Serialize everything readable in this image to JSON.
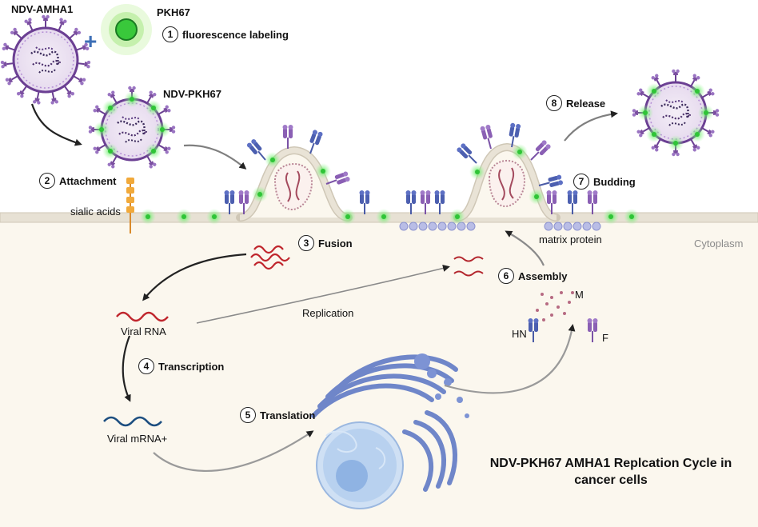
{
  "labels": {
    "virus_original": "NDV-AMHA1",
    "dye": "PKH67",
    "virus_labeled": "NDV-PKH67",
    "receptor": "sialic acids",
    "cytoplasm": "Cytoplasm",
    "viral_rna": "Viral RNA",
    "viral_mrna": "Viral mRNA+",
    "replication": "Replication",
    "matrix_protein": "matrix protein",
    "protein_m": "M",
    "protein_hn": "HN",
    "protein_f": "F",
    "plus_sign": "+"
  },
  "steps": [
    {
      "num": "1",
      "label": "fluorescence labeling"
    },
    {
      "num": "2",
      "label": "Attachment"
    },
    {
      "num": "3",
      "label": "Fusion"
    },
    {
      "num": "4",
      "label": "Transcription"
    },
    {
      "num": "5",
      "label": "Translation"
    },
    {
      "num": "6",
      "label": "Assembly"
    },
    {
      "num": "7",
      "label": "Budding"
    },
    {
      "num": "8",
      "label": "Release"
    }
  ],
  "title": "NDV-PKH67 AMHA1 Replcation Cycle in cancer cells",
  "colors": {
    "cytoplasm_bg": "#fbf7ee",
    "membrane": "#e6dfd1",
    "fluorescence_green": "#35d13d",
    "envelope_purple": "#7b4fa0",
    "rna_red": "#c0262d",
    "mrna_blue": "#1c4e80",
    "protein_blue": "#4c5fb0",
    "protein_purple": "#8a5fb4",
    "er_blue": "#6f86c9",
    "nucleus_blue": "#9fc0e8"
  }
}
